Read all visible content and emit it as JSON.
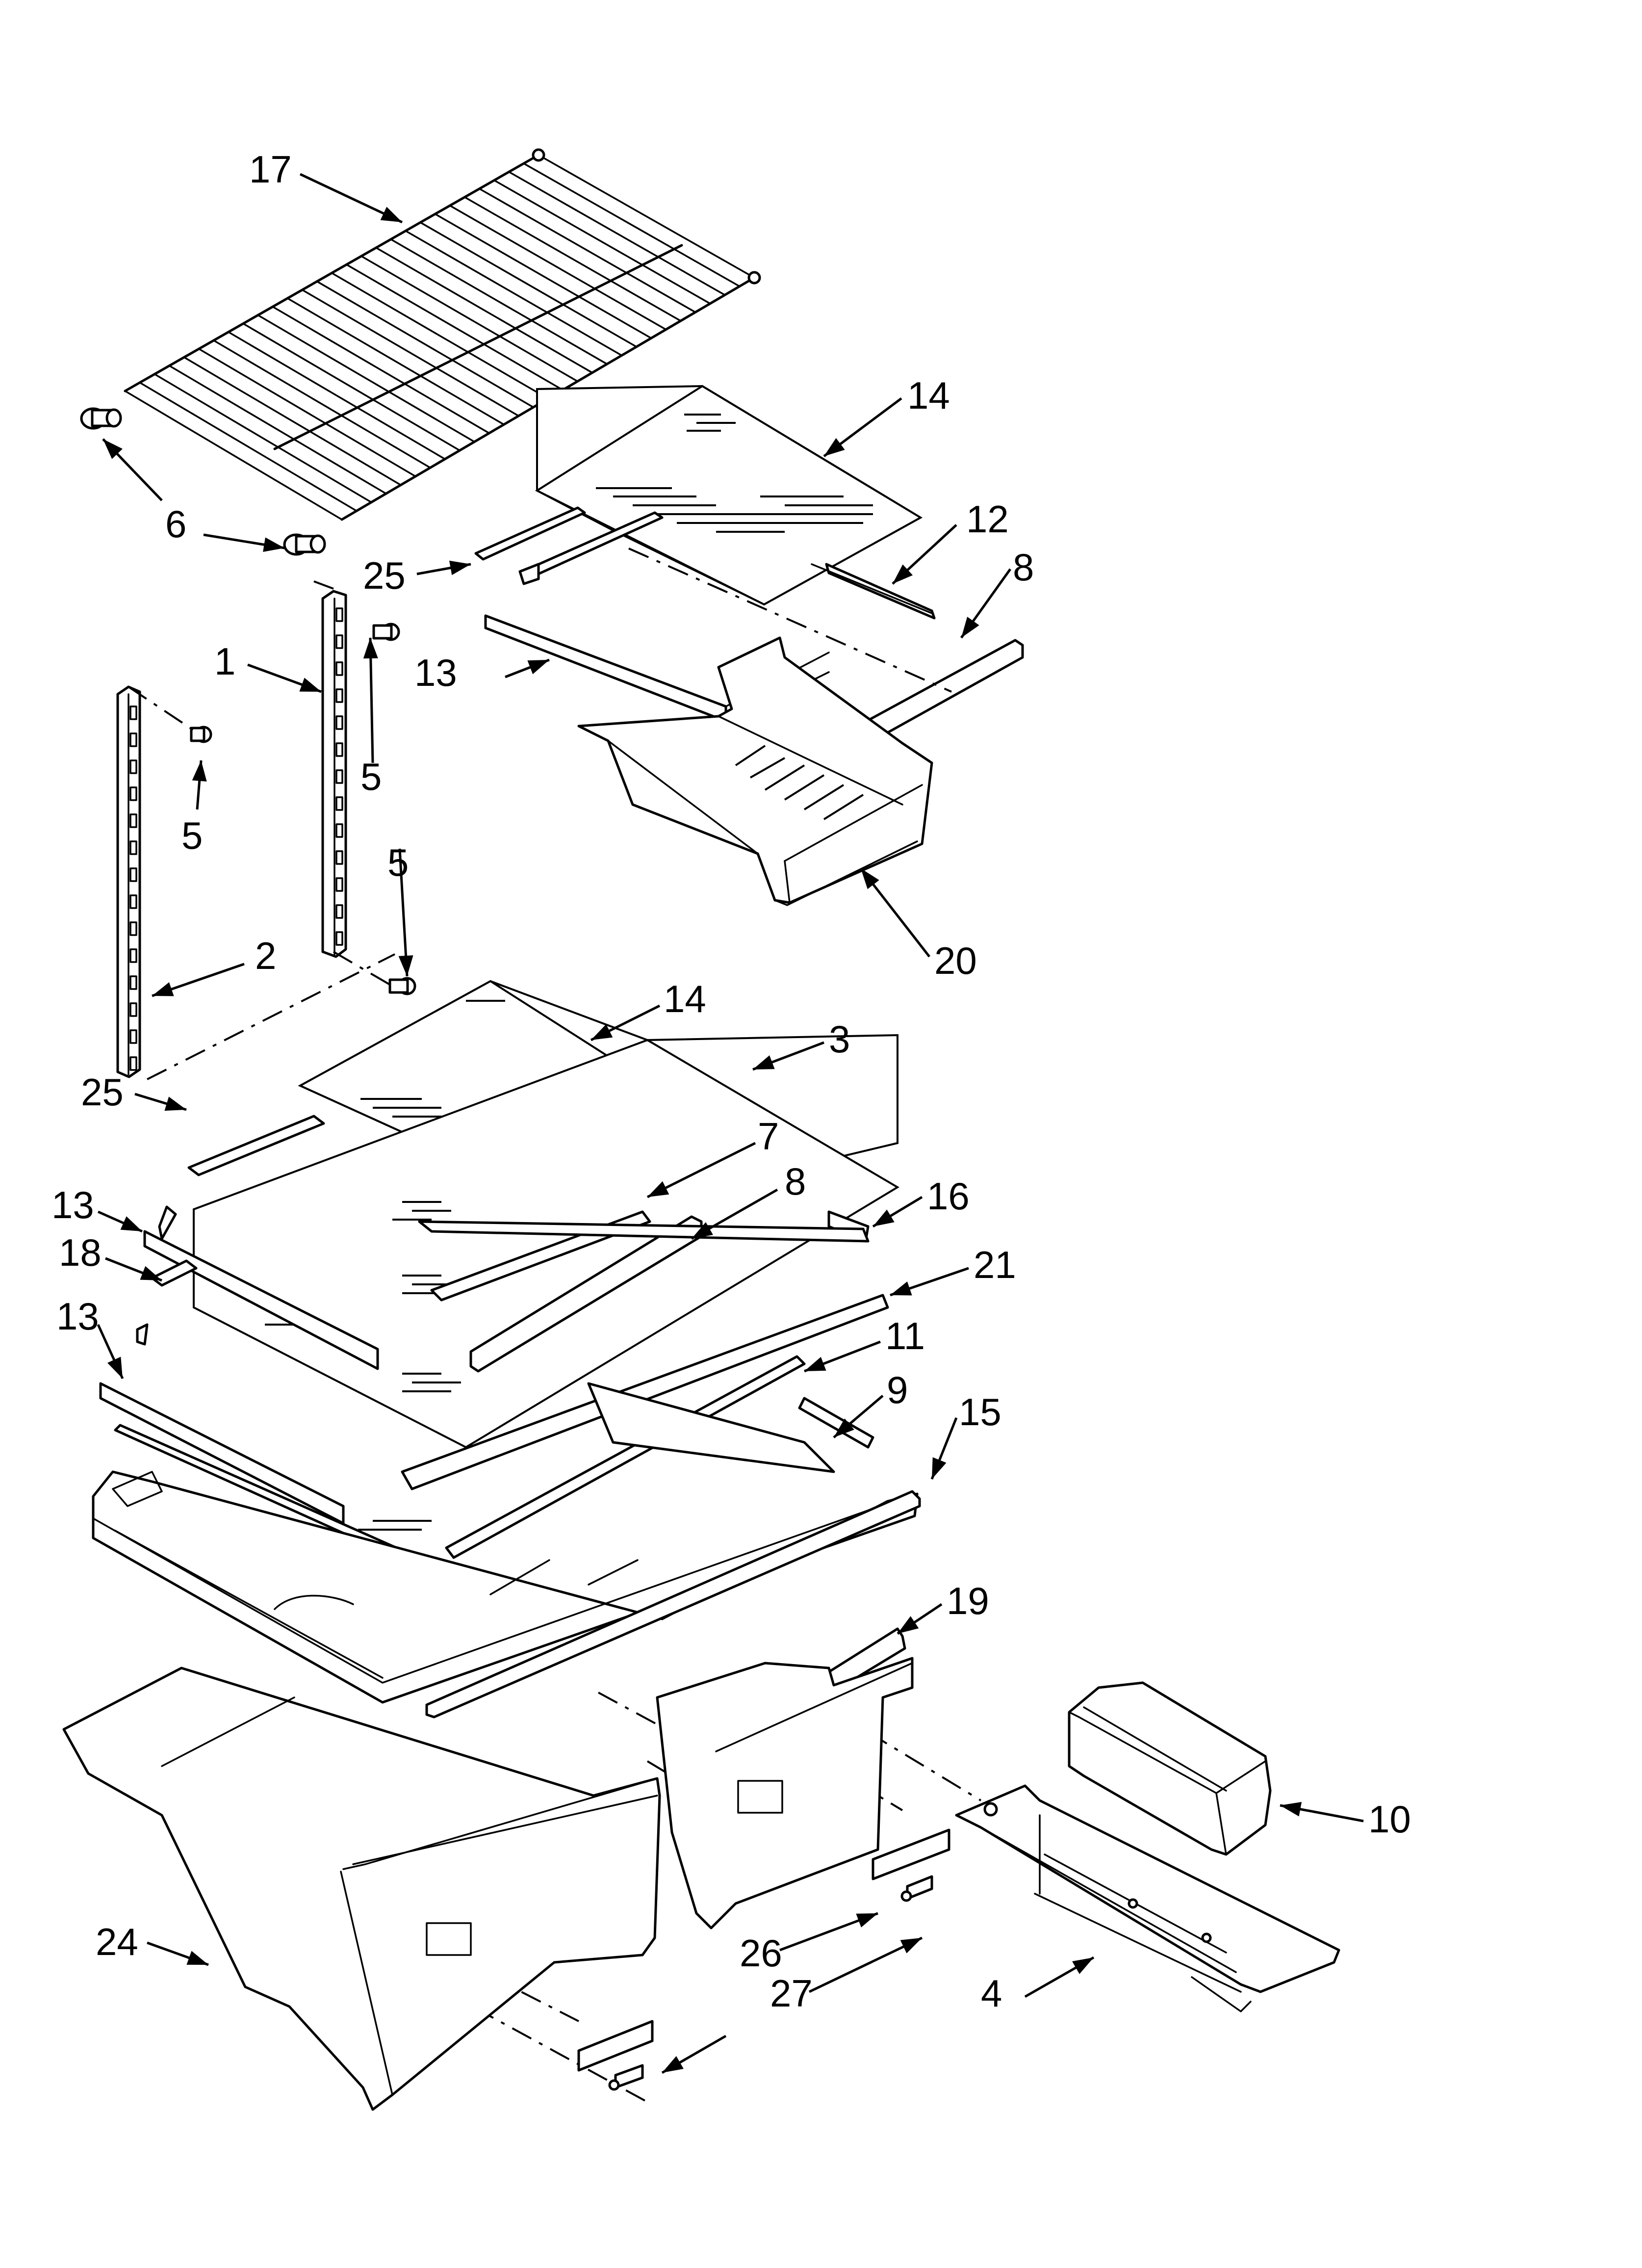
{
  "diagram": {
    "type": "exploded-parts-diagram",
    "callouts": [
      {
        "id": "c17a",
        "label": "17"
      },
      {
        "id": "c14a",
        "label": "14"
      },
      {
        "id": "c6",
        "label": "6"
      },
      {
        "id": "c12",
        "label": "12"
      },
      {
        "id": "c8a",
        "label": "8"
      },
      {
        "id": "c25a",
        "label": "25"
      },
      {
        "id": "c1",
        "label": "1"
      },
      {
        "id": "c13a",
        "label": "13"
      },
      {
        "id": "c5a",
        "label": "5"
      },
      {
        "id": "c5b",
        "label": "5"
      },
      {
        "id": "c5c",
        "label": "5"
      },
      {
        "id": "c2",
        "label": "2"
      },
      {
        "id": "c20",
        "label": "20"
      },
      {
        "id": "c14b",
        "label": "14"
      },
      {
        "id": "c3",
        "label": "3"
      },
      {
        "id": "c25b",
        "label": "25"
      },
      {
        "id": "c7",
        "label": "7"
      },
      {
        "id": "c8b",
        "label": "8"
      },
      {
        "id": "c16",
        "label": "16"
      },
      {
        "id": "c13b",
        "label": "13"
      },
      {
        "id": "c18",
        "label": "18"
      },
      {
        "id": "c21",
        "label": "21"
      },
      {
        "id": "c13c",
        "label": "13"
      },
      {
        "id": "c11",
        "label": "11"
      },
      {
        "id": "c9",
        "label": "9"
      },
      {
        "id": "c15",
        "label": "15"
      },
      {
        "id": "c19",
        "label": "19"
      },
      {
        "id": "c10",
        "label": "10"
      },
      {
        "id": "c24",
        "label": "24"
      },
      {
        "id": "c26",
        "label": "26"
      },
      {
        "id": "c27",
        "label": "27"
      },
      {
        "id": "c4",
        "label": "4"
      }
    ]
  }
}
